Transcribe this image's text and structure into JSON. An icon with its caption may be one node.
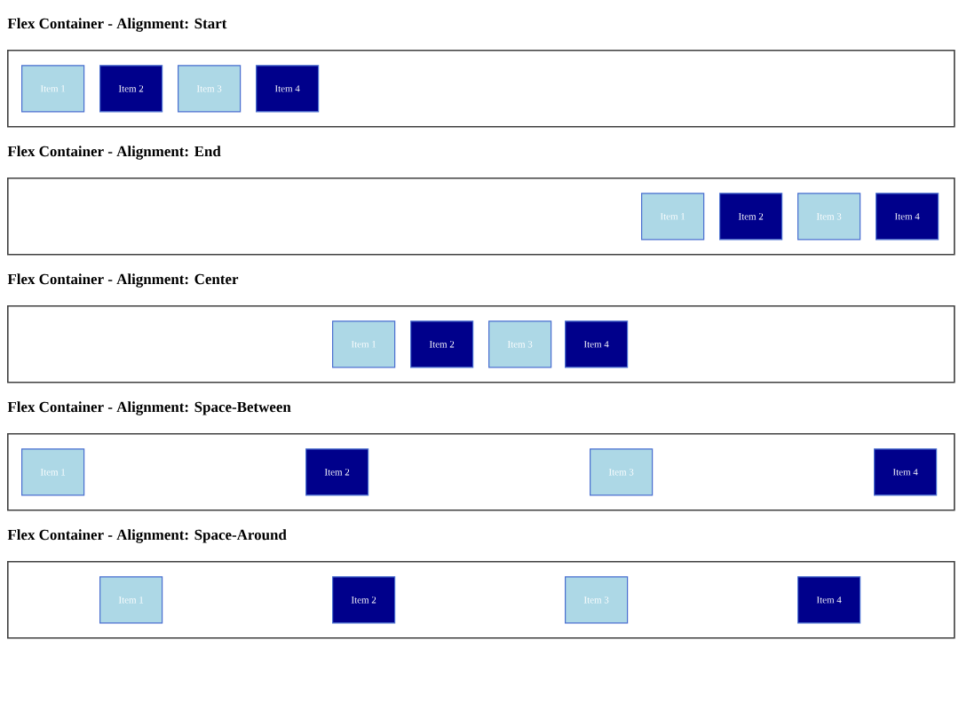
{
  "diagram": {
    "nodes": [
      {
        "text": [
          "Flex Container - Alignment: Start"
        ]
      },
      {
        "text": [
          "Item 1"
        ],
        "in": 0
      },
      {
        "text": [
          "Item 2"
        ],
        "in": 0
      },
      {
        "text": [
          "Item 3"
        ],
        "in": 0
      },
      {
        "text": [
          "Item 4"
        ],
        "in": 0
      },
      {
        "text": [
          "Flex Container - Alignment: End"
        ]
      },
      {
        "text": [
          "Item 1"
        ],
        "in": 5
      },
      {
        "text": [
          "Item 2"
        ],
        "in": 5
      },
      {
        "text": [
          "Item 3"
        ],
        "in": 5
      },
      {
        "text": [
          "Item 4"
        ],
        "in": 5
      },
      {
        "text": [
          "Flex Container - Alignment: Center"
        ]
      },
      {
        "text": [
          "Item 1"
        ],
        "in": 10
      },
      {
        "text": [
          "Item 2"
        ],
        "in": 10
      },
      {
        "text": [
          "Item 3"
        ],
        "in": 10
      },
      {
        "text": [
          "Item 4"
        ],
        "in": 10
      },
      {
        "text": [
          "Flex Container - Alignment: Space-Between"
        ]
      },
      {
        "text": [
          "Item 1"
        ],
        "in": 15
      },
      {
        "text": [
          "Item 2"
        ],
        "in": 15
      },
      {
        "text": [
          "Item 3"
        ],
        "in": 15
      },
      {
        "text": [
          "Item 4"
        ],
        "in": 15
      },
      {
        "text": [
          "Flex Container - Alignment: Space-Around"
        ]
      },
      {
        "text": [
          "Item 1"
        ],
        "in": 20
      },
      {
        "text": [
          "Item 2"
        ],
        "in": 20
      },
      {
        "text": [
          "Item 3"
        ],
        "in": 20
      },
      {
        "text": [
          "Item 4"
        ],
        "in": 20
      }
    ]
  }
}
